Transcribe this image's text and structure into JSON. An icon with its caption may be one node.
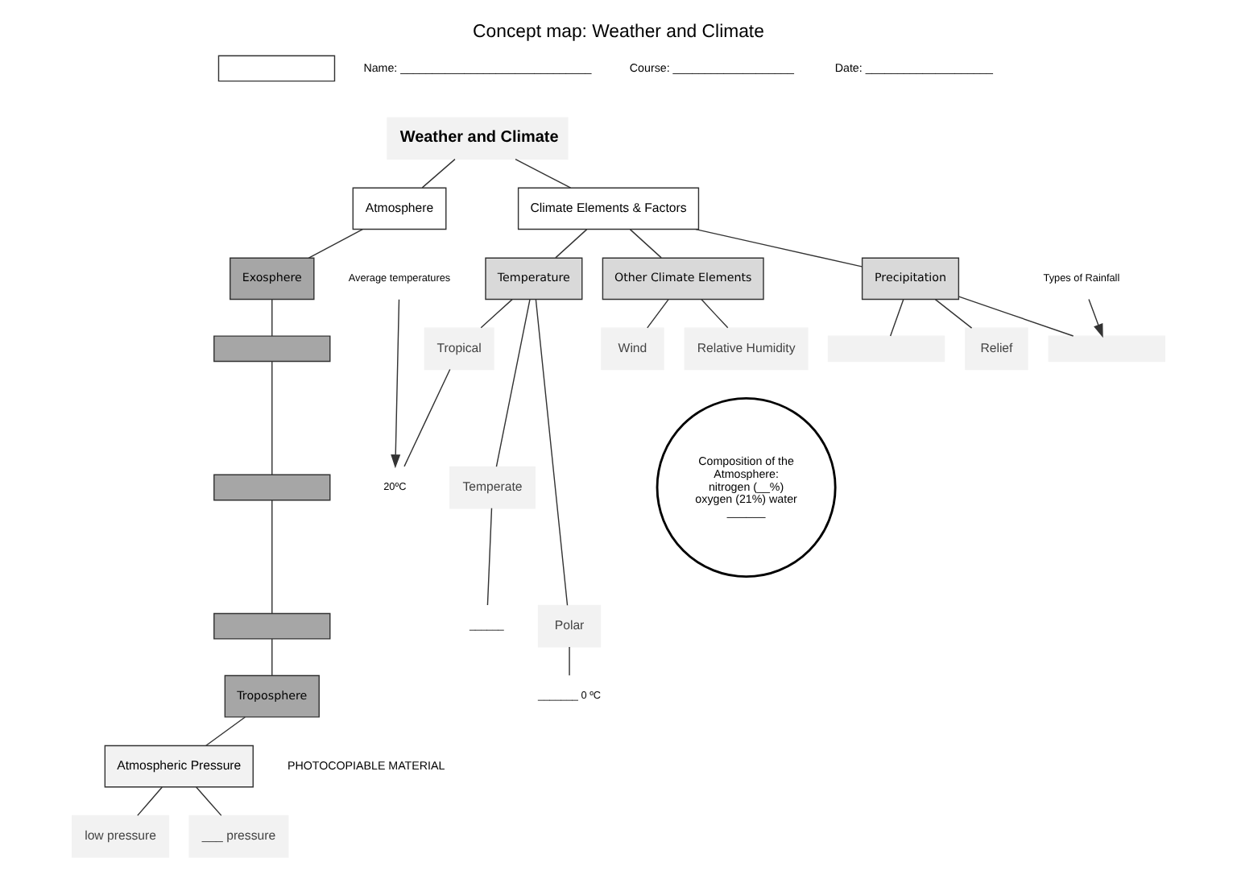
{
  "diagram": {
    "title": "Concept map: Weather and Climate",
    "nodes": [
      {
        "text": [],
        "shape": "box"
      },
      {
        "text": [
          "Weather and Climate"
        ]
      },
      {
        "text": [
          "Atmosphere"
        ]
      },
      {
        "text": [
          "Climate Elements & Factors"
        ]
      },
      {
        "text": [
          "Exosphere"
        ]
      },
      {
        "text": [],
        "shape": "box"
      },
      {
        "text": [],
        "shape": "box"
      },
      {
        "text": [],
        "shape": "box"
      },
      {
        "text": [
          "Troposphere"
        ]
      },
      {
        "text": [
          "Average temperatures"
        ]
      },
      {
        "text": [
          "Temperature"
        ]
      },
      {
        "text": [
          "Other Climate Elements"
        ]
      },
      {
        "text": [
          "Precipitation"
        ]
      },
      {
        "text": [
          "Types of Rainfall"
        ]
      },
      {
        "text": [
          "Tropical"
        ]
      },
      {
        "text": [
          "Temperate"
        ]
      },
      {
        "text": [
          "Polar"
        ]
      },
      {
        "text": [],
        "shape": "box"
      },
      {
        "text": [
          "Relief"
        ]
      },
      {
        "text": [],
        "shape": "box"
      },
      {
        "text": [
          "20ºC"
        ]
      },
      {
        "text": [
          "______"
        ]
      },
      {
        "text": [
          "_______ 0 ºC"
        ]
      },
      {
        "text": [
          "Atmospheric Pressure"
        ]
      },
      {
        "text": [
          "low pressure"
        ]
      },
      {
        "text": [
          "___ pressure"
        ]
      },
      {
        "text": [
          "Wind"
        ]
      },
      {
        "text": [
          "Relative Humidity"
        ]
      },
      {
        "text": [
          "Composition of the Atmosphere:",
          "nitrogen (__%) oxygen (21%) water ______"
        ]
      }
    ],
    "edges": [
      {
        "from": 1,
        "to": 2,
        "arrow": "none"
      },
      {
        "from": 1,
        "to": 3,
        "arrow": "none"
      },
      {
        "from": 2,
        "to": 4,
        "arrow": "none"
      },
      {
        "from": 4,
        "to": 5,
        "arrow": "none"
      },
      {
        "from": 5,
        "to": 6,
        "arrow": "none"
      },
      {
        "from": 6,
        "to": 7,
        "arrow": "none"
      },
      {
        "from": 7,
        "to": 8,
        "arrow": "none"
      },
      {
        "from": 3,
        "to": 10,
        "arrow": "none"
      },
      {
        "from": 3,
        "to": 11,
        "arrow": "none"
      },
      {
        "from": 3,
        "to": 12,
        "arrow": "none"
      },
      {
        "from": 10,
        "to": 14,
        "arrow": "none"
      },
      {
        "from": 10,
        "to": 15,
        "arrow": "none"
      },
      {
        "from": 10,
        "to": 16,
        "arrow": "none"
      },
      {
        "from": 12,
        "to": 17,
        "arrow": "none"
      },
      {
        "from": 12,
        "to": 18,
        "arrow": "none"
      },
      {
        "from": 12,
        "to": 19,
        "arrow": "none"
      },
      {
        "from": 14,
        "to": 20,
        "arrow": "none"
      },
      {
        "from": 15,
        "to": 21,
        "arrow": "none"
      },
      {
        "from": 16,
        "to": 22,
        "arrow": "none"
      },
      {
        "from": 9,
        "to": 20,
        "arrow": "to"
      },
      {
        "from": 13,
        "to": 19,
        "arrow": "to"
      },
      {
        "from": 11,
        "to": 26,
        "arrow": "none"
      },
      {
        "from": 11,
        "to": 27,
        "arrow": "none"
      },
      {
        "from": 8,
        "to": 23,
        "arrow": "none"
      },
      {
        "from": 23,
        "to": 24,
        "arrow": "none"
      },
      {
        "from": 23,
        "to": 25,
        "arrow": "none"
      }
    ],
    "labels": [
      "Name: ______________________________",
      "Course: ___________________",
      "Date: ____________________",
      "PHOTOCOPIABLE MATERIAL"
    ]
  }
}
